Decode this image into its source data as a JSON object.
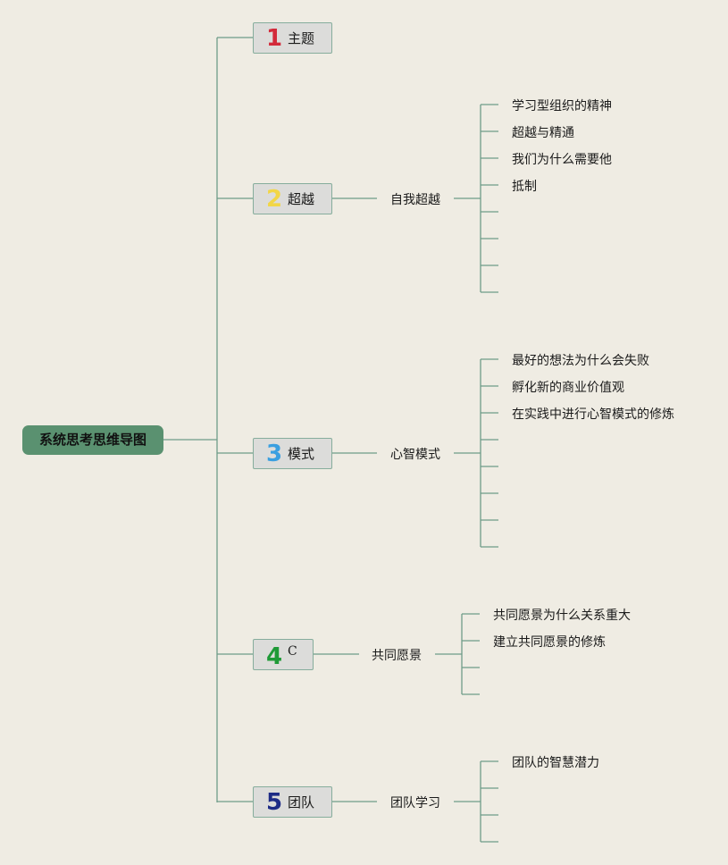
{
  "root": {
    "label": "系统思考思维导图"
  },
  "colors": {
    "line": "#6e9c89",
    "num1": "#d32a3a",
    "num2": "#f2d646",
    "num3": "#3a9fe0",
    "num4": "#1f9a37",
    "num5": "#1d2b86"
  },
  "topics": [
    {
      "num": "1",
      "label": "主题"
    },
    {
      "num": "2",
      "label": "超越"
    },
    {
      "num": "3",
      "label": "模式"
    },
    {
      "num": "4",
      "label": "C"
    },
    {
      "num": "5",
      "label": "团队"
    }
  ],
  "subtopics": {
    "t2": {
      "label": "自我超越",
      "leaves": [
        "学习型组织的精神",
        "超越与精通",
        "我们为什么需要他",
        "抵制",
        "",
        "",
        "",
        ""
      ]
    },
    "t3": {
      "label": "心智模式",
      "leaves": [
        "最好的想法为什么会失败",
        "孵化新的商业价值观",
        "在实践中进行心智模式的修炼",
        "",
        "",
        "",
        "",
        ""
      ]
    },
    "t4": {
      "label": "共同愿景",
      "leaves": [
        "共同愿景为什么关系重大",
        "建立共同愿景的修炼",
        "",
        ""
      ]
    },
    "t5": {
      "label": "团队学习",
      "leaves": [
        "团队的智慧潜力",
        "",
        "",
        ""
      ]
    }
  }
}
